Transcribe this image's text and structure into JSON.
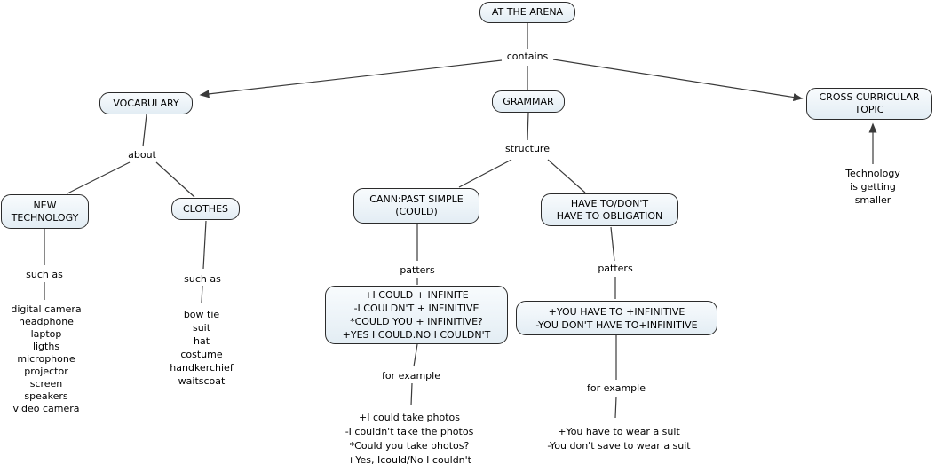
{
  "nodes": {
    "arena": {
      "lines": [
        "AT THE ARENA"
      ]
    },
    "vocabulary": {
      "lines": [
        "VOCABULARY"
      ]
    },
    "grammar": {
      "lines": [
        "GRAMMAR"
      ]
    },
    "cross_curricular": {
      "lines": [
        "CROSS CURRICULAR",
        "TOPIC"
      ]
    },
    "new_technology": {
      "lines": [
        "NEW",
        "TECHNOLOGY"
      ]
    },
    "clothes": {
      "lines": [
        "CLOTHES"
      ]
    },
    "cann_past_simple": {
      "lines": [
        "CANN:PAST SIMPLE",
        "(COULD)"
      ]
    },
    "have_to": {
      "lines": [
        "HAVE TO/DON'T",
        "HAVE TO OBLIGATION"
      ]
    },
    "could_patterns": {
      "lines": [
        "+I COULD + INFINITE",
        "-I COULDN'T + INFINITIVE",
        "*COULD YOU + INFINITIVE?",
        "+YES I COULD.NO I COULDN'T"
      ]
    },
    "have_to_patterns": {
      "lines": [
        "+YOU HAVE TO +INFINITIVE",
        "-YOU DON'T HAVE TO+INFINITIVE"
      ]
    }
  },
  "link_labels": {
    "contains": "contains",
    "about": "about",
    "structure": "structure",
    "such_as_vocab": "such as",
    "such_as_clothes": "such as",
    "patters_could": "patters",
    "patters_have_to": "patters",
    "for_example_could": "for example",
    "for_example_have_to": "for example"
  },
  "texts": {
    "technology_items": [
      "digital camera",
      "headphone",
      "laptop",
      "ligths",
      "microphone",
      "projector",
      "screen",
      "speakers",
      "video camera"
    ],
    "clothes_items": [
      "bow tie",
      "suit",
      "hat",
      "costume",
      "handkerchief",
      "waitscoat"
    ],
    "could_examples": [
      "+I could take photos",
      "-I couldn't take the photos",
      "*Could you take photos?",
      "+Yes, Icould/No I couldn't"
    ],
    "have_to_examples": [
      "+You have to wear a suit",
      "-You don't save to wear a suit"
    ],
    "technology_note": [
      "Technology",
      "is getting",
      "smaller"
    ]
  },
  "colors": {
    "node_border": "#2b2b2b",
    "node_fill_top": "#f8fbfd",
    "node_fill_bottom": "#e3edf4",
    "line": "#3a3a3a",
    "text": "#000000"
  }
}
